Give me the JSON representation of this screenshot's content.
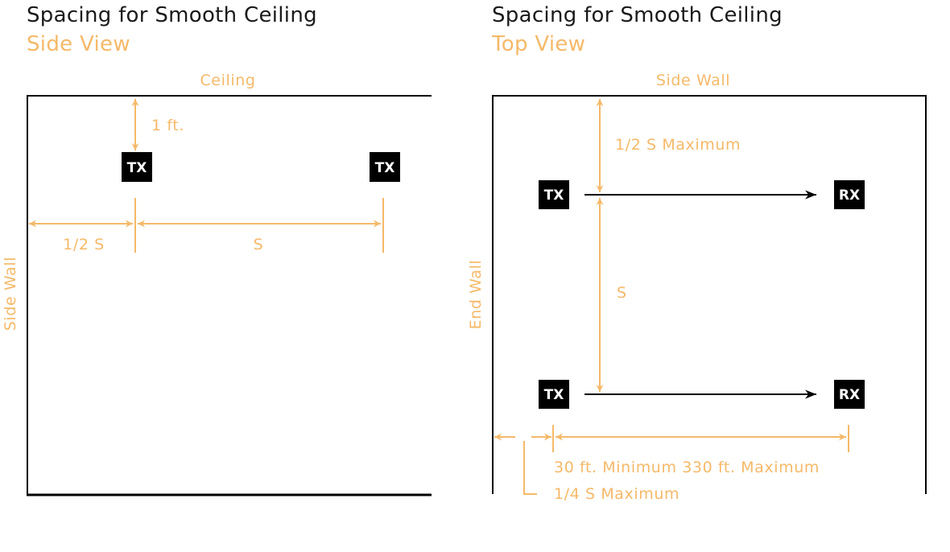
{
  "colors": {
    "accent": "#f5b969",
    "ink": "#000000",
    "title": "#1a1a1a"
  },
  "side_view": {
    "title": "Spacing for Smooth Ceiling",
    "subtitle": "Side View",
    "ceiling_label": "Ceiling",
    "wall_label": "Side Wall",
    "tx_labels": [
      "TX",
      "TX"
    ],
    "dim_drop": "1 ft.",
    "dim_half": "1/2 S",
    "dim_full": "S"
  },
  "top_view": {
    "title": "Spacing for Smooth Ceiling",
    "subtitle": "Top View",
    "side_wall_label": "Side Wall",
    "end_wall_label": "End Wall",
    "tx_labels": [
      "TX",
      "TX"
    ],
    "rx_labels": [
      "RX",
      "RX"
    ],
    "dim_half_max": "1/2 S Maximum",
    "dim_s": "S",
    "dim_range": "30 ft. Minimum 330 ft. Maximum",
    "dim_quarter": "1/4 S Maximum"
  }
}
